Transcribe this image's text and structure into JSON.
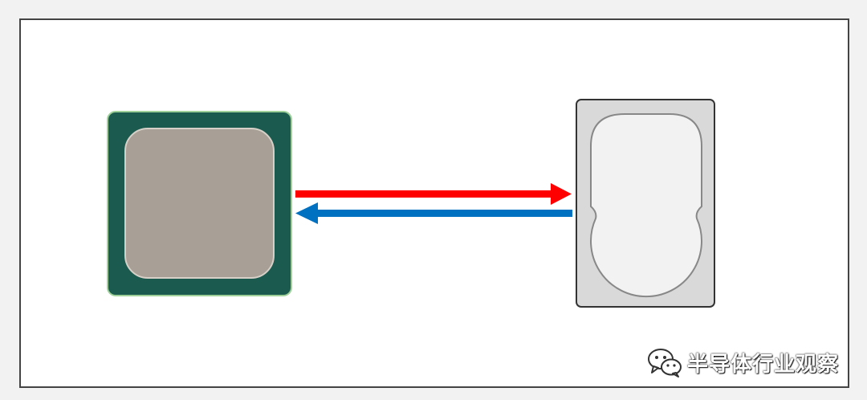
{
  "diagram": {
    "colors": {
      "background": "#ffffff",
      "frame": "#444444",
      "processor_package": "#1b5a4e",
      "processor_package_border": "#9fd09a",
      "processor_die": "#a8a097",
      "processor_die_border": "#d6d0c8",
      "drive_case": "#d9d9d9",
      "drive_case_border": "#333333",
      "drive_cavity": "#f2f2f2",
      "drive_cavity_border": "#888888",
      "arrow_forward": "#ff0000",
      "arrow_backward": "#0070c0"
    },
    "nodes": [
      {
        "id": "processor",
        "shape": "chip"
      },
      {
        "id": "storage-drive",
        "shape": "hard-drive"
      }
    ],
    "edges": [
      {
        "from": "processor",
        "to": "storage-drive",
        "color": "#ff0000"
      },
      {
        "from": "storage-drive",
        "to": "processor",
        "color": "#0070c0"
      }
    ]
  },
  "watermark": {
    "text": "半导体行业观察",
    "icon": "wechat-icon"
  }
}
